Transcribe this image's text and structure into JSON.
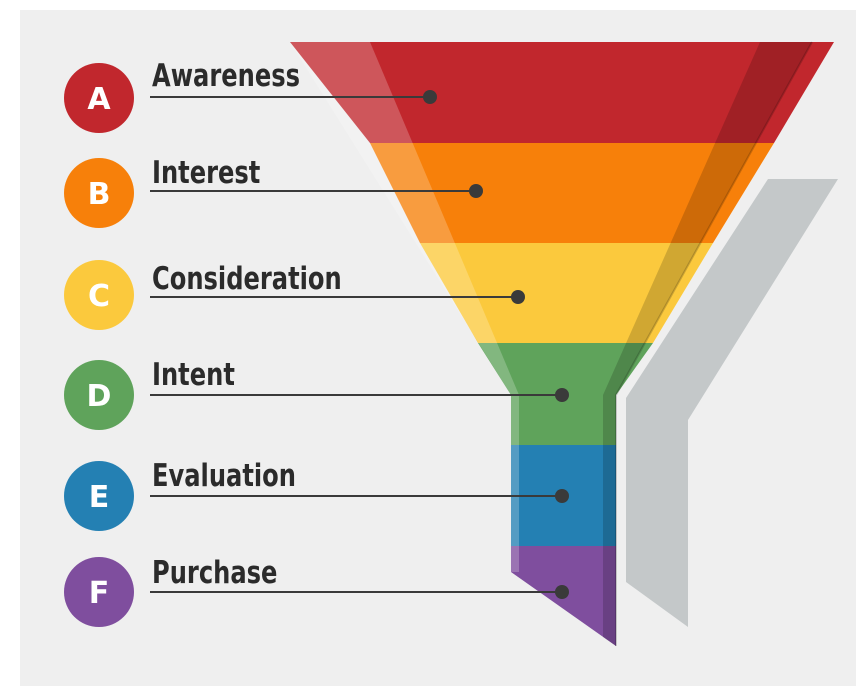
{
  "diagram": {
    "stages": [
      {
        "letter": "A",
        "label": "Awareness",
        "color": "#c1272d"
      },
      {
        "letter": "B",
        "label": "Interest",
        "color": "#f7800a"
      },
      {
        "letter": "C",
        "label": "Consideration",
        "color": "#fbc93d"
      },
      {
        "letter": "D",
        "label": "Intent",
        "color": "#5fa35b"
      },
      {
        "letter": "E",
        "label": "Evaluation",
        "color": "#2480b3"
      },
      {
        "letter": "F",
        "label": "Purchase",
        "color": "#7f4e9e"
      }
    ],
    "shadow_color": "#c4c8c9",
    "connector_color": "#3a3a3a",
    "background_color": "#efefef"
  }
}
